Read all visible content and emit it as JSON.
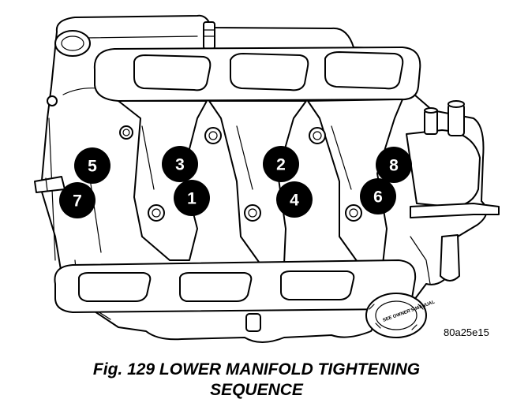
{
  "figure": {
    "code": "80a25e15",
    "caption_line_1": "Fig. 129 LOWER MANIFOLD TIGHTENING",
    "caption_line_2": "SEQUENCE",
    "cap_text": "SEE OWNER'S MANUAL",
    "sequence_markers": [
      {
        "label": "1"
      },
      {
        "label": "2"
      },
      {
        "label": "3"
      },
      {
        "label": "4"
      },
      {
        "label": "5"
      },
      {
        "label": "6"
      },
      {
        "label": "7"
      },
      {
        "label": "8"
      }
    ]
  }
}
